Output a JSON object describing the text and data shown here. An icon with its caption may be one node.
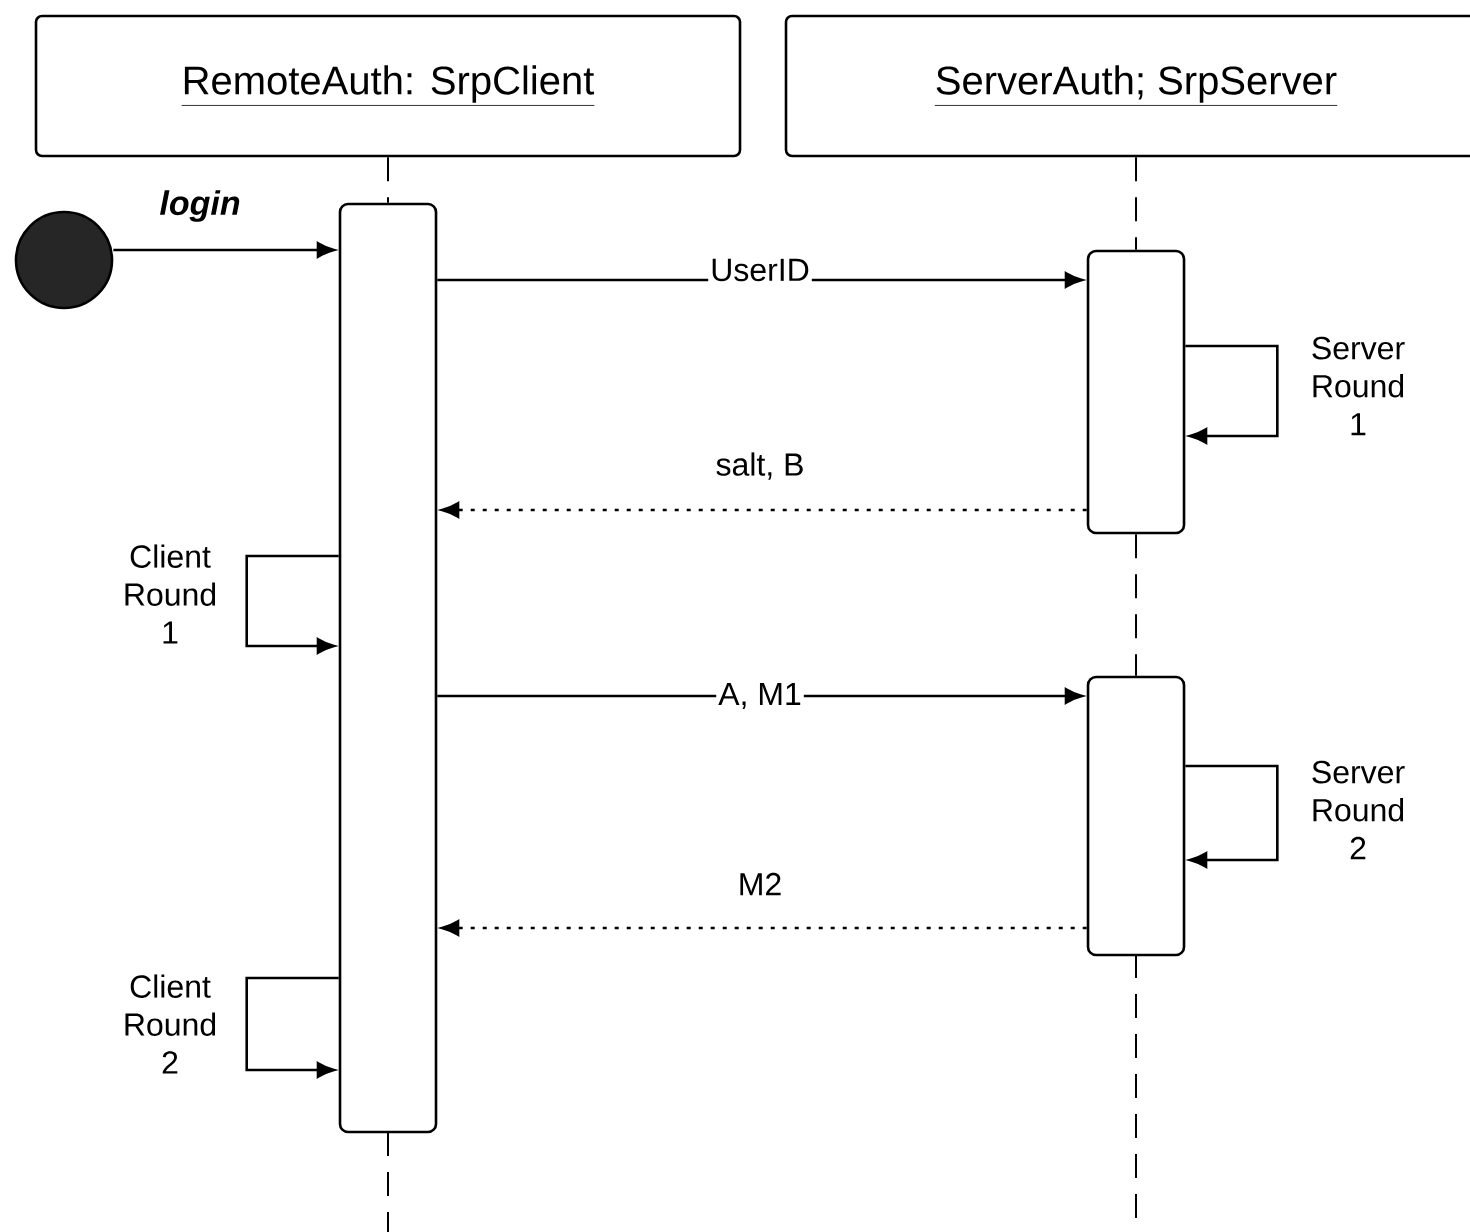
{
  "diagram": {
    "nodes": [
      {
        "text": [
          "RemoteAuth: SrpClient"
        ]
      },
      {
        "text": [
          "ServerAuth; SrpServer"
        ]
      },
      {
        "text": [],
        "shape": "circle"
      },
      {
        "text": [],
        "shape": "bar"
      },
      {
        "text": [],
        "shape": "bar"
      },
      {
        "text": [],
        "shape": "bar"
      }
    ],
    "edges": [
      {
        "from": 0,
        "to": 3,
        "arrow": "none",
        "style": "dashed"
      },
      {
        "from": 1,
        "to": 4,
        "arrow": "none",
        "style": "dashed"
      },
      {
        "from": 4,
        "to": 5,
        "arrow": "none",
        "style": "dashed"
      },
      {
        "from": 2,
        "to": 3,
        "arrow": "to",
        "label": "login"
      },
      {
        "from": 3,
        "to": 4,
        "arrow": "to",
        "label": "UserID"
      },
      {
        "from": 4,
        "to": 3,
        "arrow": "to",
        "style": "dashed",
        "label": "salt, B"
      },
      {
        "from": 3,
        "to": 3,
        "arrow": "to",
        "label": "Client Round 1"
      },
      {
        "from": 4,
        "to": 4,
        "arrow": "to",
        "label": "Server Round 1"
      },
      {
        "from": 3,
        "to": 5,
        "arrow": "to",
        "label": "A, M1"
      },
      {
        "from": 5,
        "to": 5,
        "arrow": "to",
        "label": "Server Round 2"
      },
      {
        "from": 5,
        "to": 3,
        "arrow": "to",
        "style": "dashed",
        "label": "M2"
      },
      {
        "from": 3,
        "to": 3,
        "arrow": "to",
        "label": "Client Round 2"
      }
    ]
  }
}
